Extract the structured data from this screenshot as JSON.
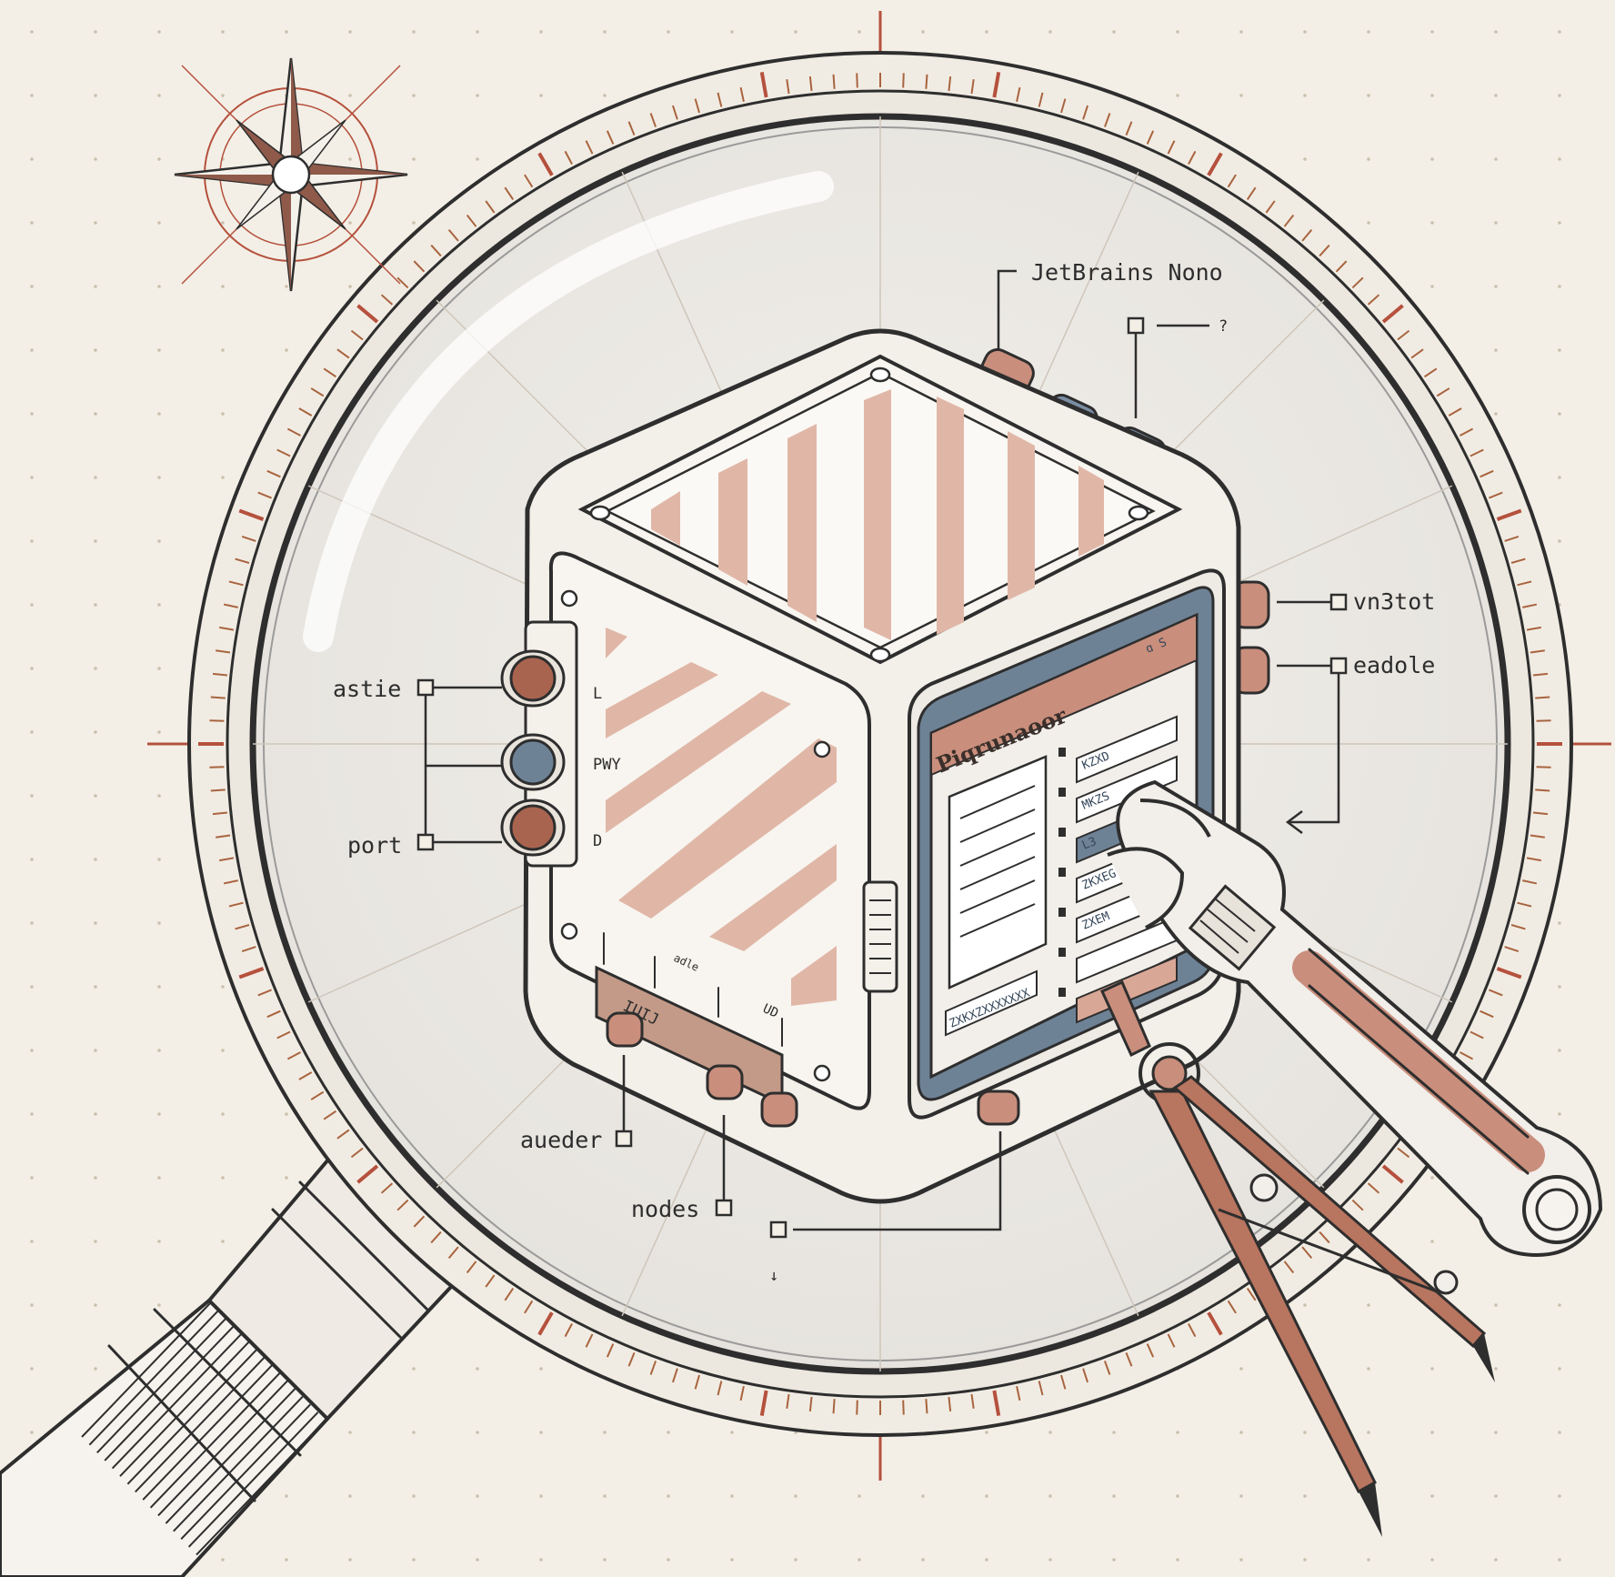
{
  "callouts": {
    "font_label": "JetBrains Nono",
    "top_small": "?",
    "right_upper": "vn3tot",
    "right_lower": "eadole",
    "left_upper": "astie",
    "left_lower": "port",
    "bottom_left": "aueder",
    "bottom_mid": "nodes",
    "bottom_right": "↓"
  },
  "screen": {
    "title": "Piqrunaoor",
    "corner_glyph": "ɑ S",
    "rows": [
      "KZXD",
      "MKZS",
      "L3",
      "ZKXEG",
      "ZXEM",
      "",
      ""
    ],
    "footer": "ZXKXZXXXXXXX"
  },
  "front_panel": {
    "marks": [
      "L",
      "PWY",
      "D"
    ]
  },
  "base_plate": {
    "label": "IUIJ",
    "small": "adle",
    "corner": "UD"
  },
  "colors": {
    "paper": "#f3efe6",
    "ink": "#2e2e2e",
    "terracotta": "#c98e7c",
    "accent_red": "#b5513d",
    "slate_blue": "#7a8da3",
    "brown": "#9a5a45"
  },
  "icons": [
    "compass-rose-icon",
    "magnifier-icon",
    "wrench-icon",
    "drafting-compass-icon"
  ]
}
